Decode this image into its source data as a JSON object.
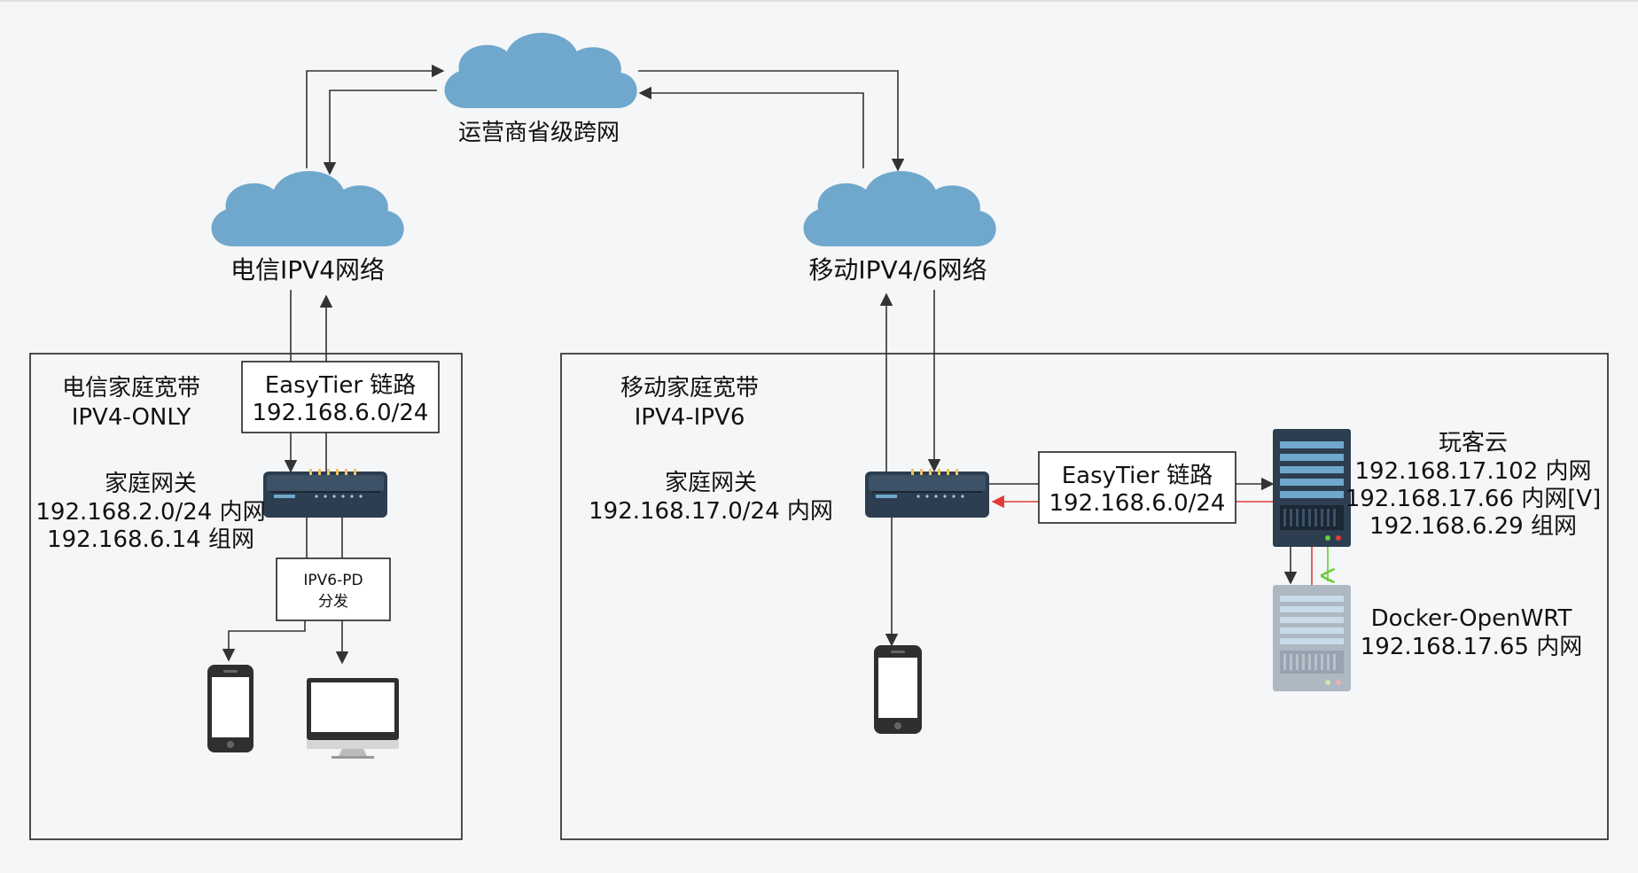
{
  "clouds": {
    "core": {
      "label": "运营商省级跨网"
    },
    "telecom": {
      "label": "电信IPV4网络"
    },
    "mobile": {
      "label": "移动IPV4/6网络"
    }
  },
  "telecom_home": {
    "title_line1": "电信家庭宽带",
    "title_line2": "IPV4-ONLY",
    "easytier_line1": "EasyTier 链路",
    "easytier_line2": "192.168.6.0/24",
    "gateway_name": "家庭网关",
    "gateway_lan": "192.168.2.0/24 内网",
    "gateway_mesh": "192.168.6.14 组网",
    "pd_line1": "IPV6-PD",
    "pd_line2": "分发"
  },
  "mobile_home": {
    "title_line1": "移动家庭宽带",
    "title_line2": "IPV4-IPV6",
    "gateway_name": "家庭网关",
    "gateway_lan": "192.168.17.0/24 内网",
    "easytier_line1": "EasyTier 链路",
    "easytier_line2": "192.168.6.0/24",
    "server_name": "玩客云",
    "server_ip1": "192.168.17.102 内网",
    "server_ip2": "192.168.17.66 内网[V]",
    "server_ip3": "192.168.6.29 组网",
    "docker_name": "Docker-OpenWRT",
    "docker_ip": "192.168.17.65 内网"
  },
  "colors": {
    "cloud": "#6fa8cc",
    "router": "#2c3e50",
    "arrow": "#333333",
    "arrow_red": "#e23b3b",
    "arrow_green": "#66cc33"
  }
}
